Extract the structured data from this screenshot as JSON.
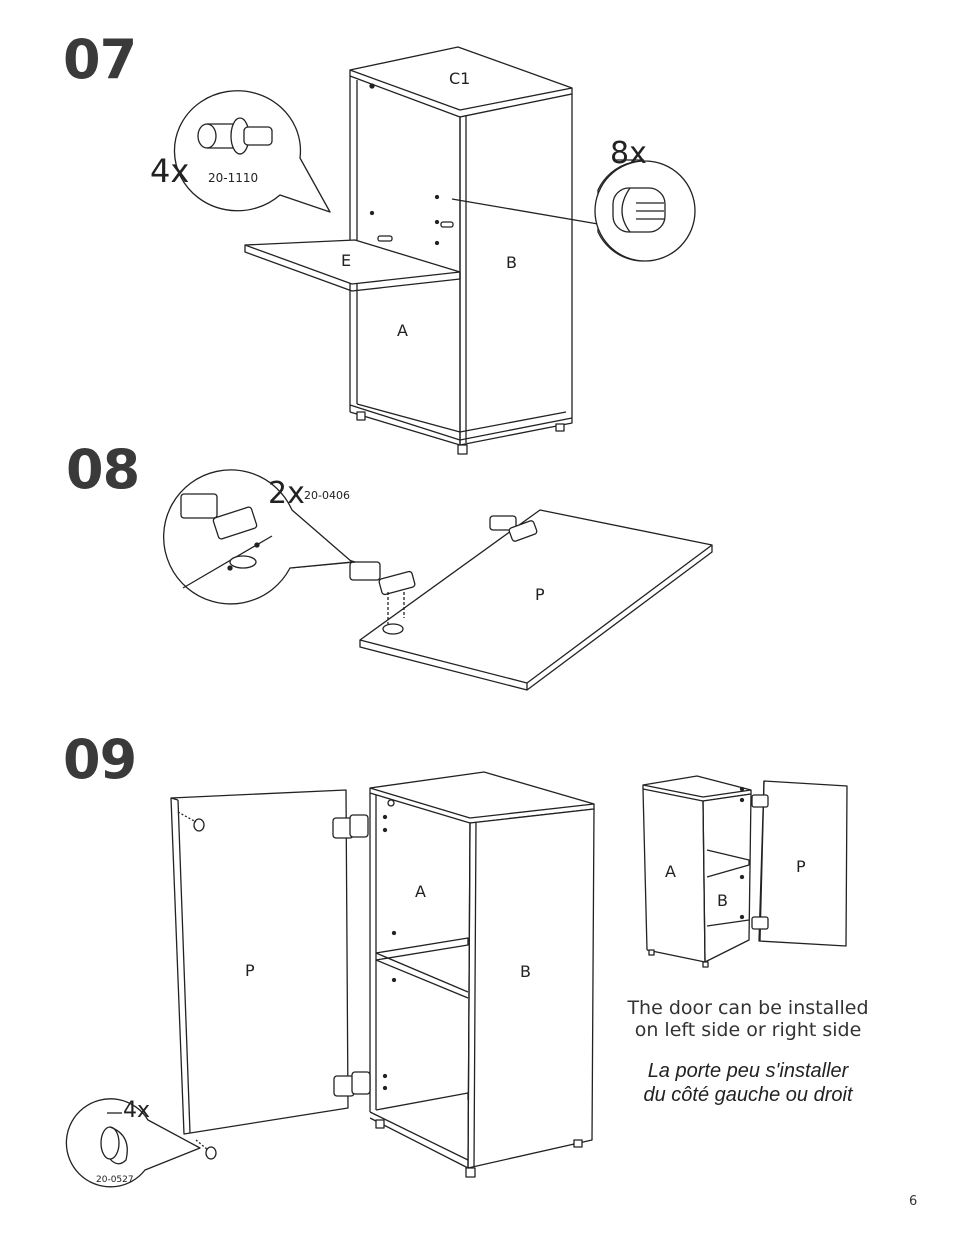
{
  "steps": [
    {
      "number": "07"
    },
    {
      "number": "08"
    },
    {
      "number": "09"
    }
  ],
  "step07": {
    "labels": {
      "c1": "C1",
      "e": "E",
      "b": "B",
      "a": "A"
    },
    "callout_left": {
      "qty": "4x",
      "part": "20-1110",
      "icon": "cam-bolt-icon"
    },
    "callout_right": {
      "qty": "8x",
      "icon": "wooden-dowel-icon"
    }
  },
  "step08": {
    "labels": {
      "p": "P"
    },
    "callout": {
      "qty": "2x",
      "part": "20-0406",
      "icon": "hinge-icon"
    }
  },
  "step09": {
    "labels": {
      "p": "P",
      "a": "A",
      "b": "B"
    },
    "small_labels": {
      "a": "A",
      "b": "B",
      "p": "P"
    },
    "callout": {
      "qty": "4x",
      "part": "20-0527",
      "icon": "door-bumper-icon"
    },
    "note_en": [
      "The door can be installed",
      "on left side or right side"
    ],
    "note_fr": [
      "La porte peu s'installer",
      "du côté gauche ou droit"
    ]
  },
  "page_number": "6"
}
